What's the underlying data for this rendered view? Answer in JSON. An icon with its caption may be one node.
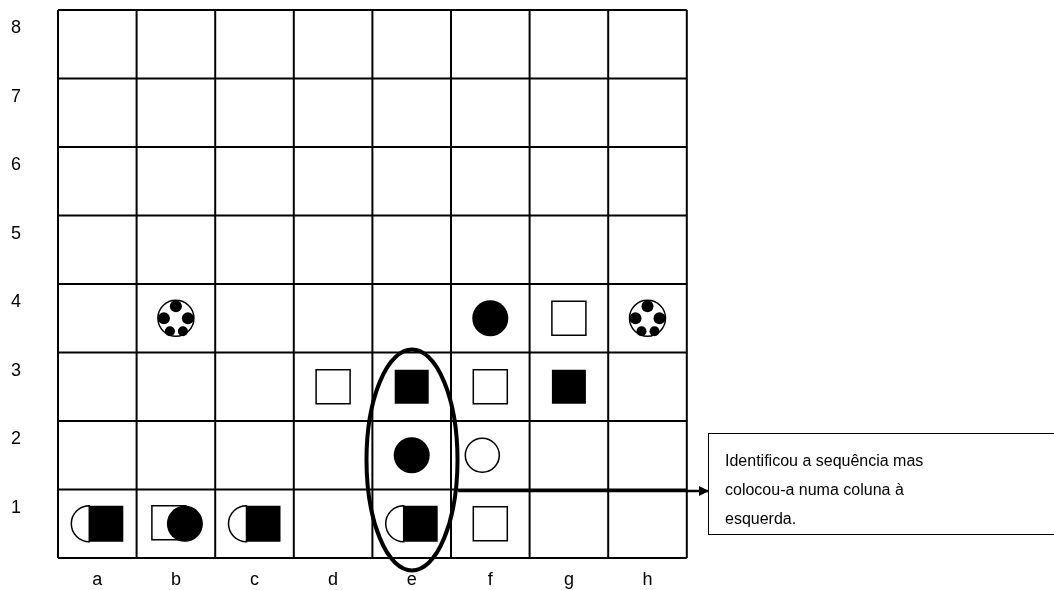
{
  "diagram": {
    "nodes": [
      {
        "text": [
          "Identificou a sequência mas colocou-a numa coluna à esquerda."
        ]
      },
      {
        "text": [],
        "shape": "ellipse"
      }
    ],
    "edges": [
      {
        "from": 1,
        "to": 0,
        "arrow": "to"
      }
    ],
    "labels": [
      "8",
      "7",
      "6",
      "5",
      "4",
      "3",
      "2",
      "1",
      "a",
      "b",
      "c",
      "d",
      "e",
      "f",
      "g",
      "h"
    ]
  }
}
